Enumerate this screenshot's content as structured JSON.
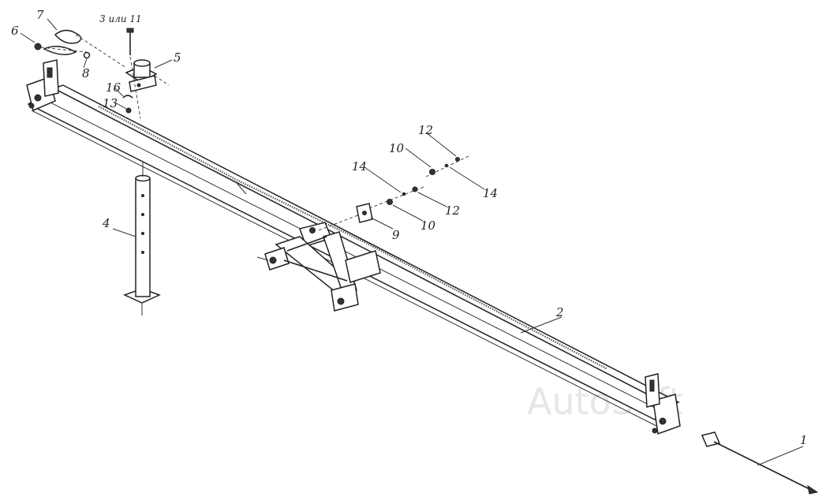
{
  "watermark": "AutoSoft",
  "callouts": {
    "c1": "1",
    "c2": "2",
    "c3": "3 или 11",
    "c4": "4",
    "c5": "5",
    "c6": "6",
    "c7": "7",
    "c8": "8",
    "c9": "9",
    "c10a": "10",
    "c10b": "10",
    "c12a": "12",
    "c12b": "12",
    "c13": "13",
    "c14a": "14",
    "c14b": "14",
    "c16": "16"
  }
}
